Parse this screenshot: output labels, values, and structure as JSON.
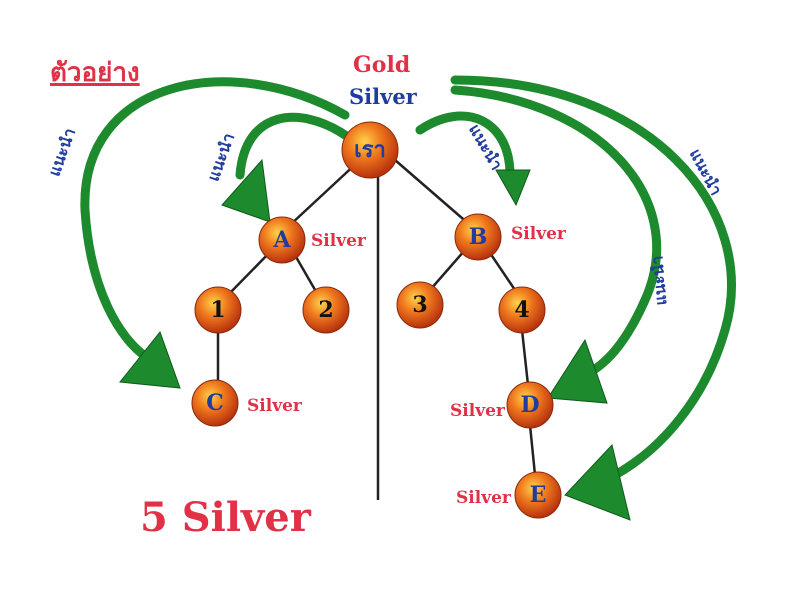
{
  "example_label": "ตัวอย่าง",
  "top_gold": "Gold",
  "top_silver": "Silver",
  "root_label": "เรา",
  "nodes": {
    "A": "A",
    "B": "B",
    "one": "1",
    "two": "2",
    "three": "3",
    "four": "4",
    "C": "C",
    "D": "D",
    "E": "E"
  },
  "silver_tag": "Silver",
  "refer_word": "แนะนำ",
  "total": "5 Silver",
  "colors": {
    "arrow_green": "#1e8a2e",
    "title_red": "#e03147",
    "label_blue": "#1f3c9e",
    "ball_orange": "#e0601a"
  }
}
